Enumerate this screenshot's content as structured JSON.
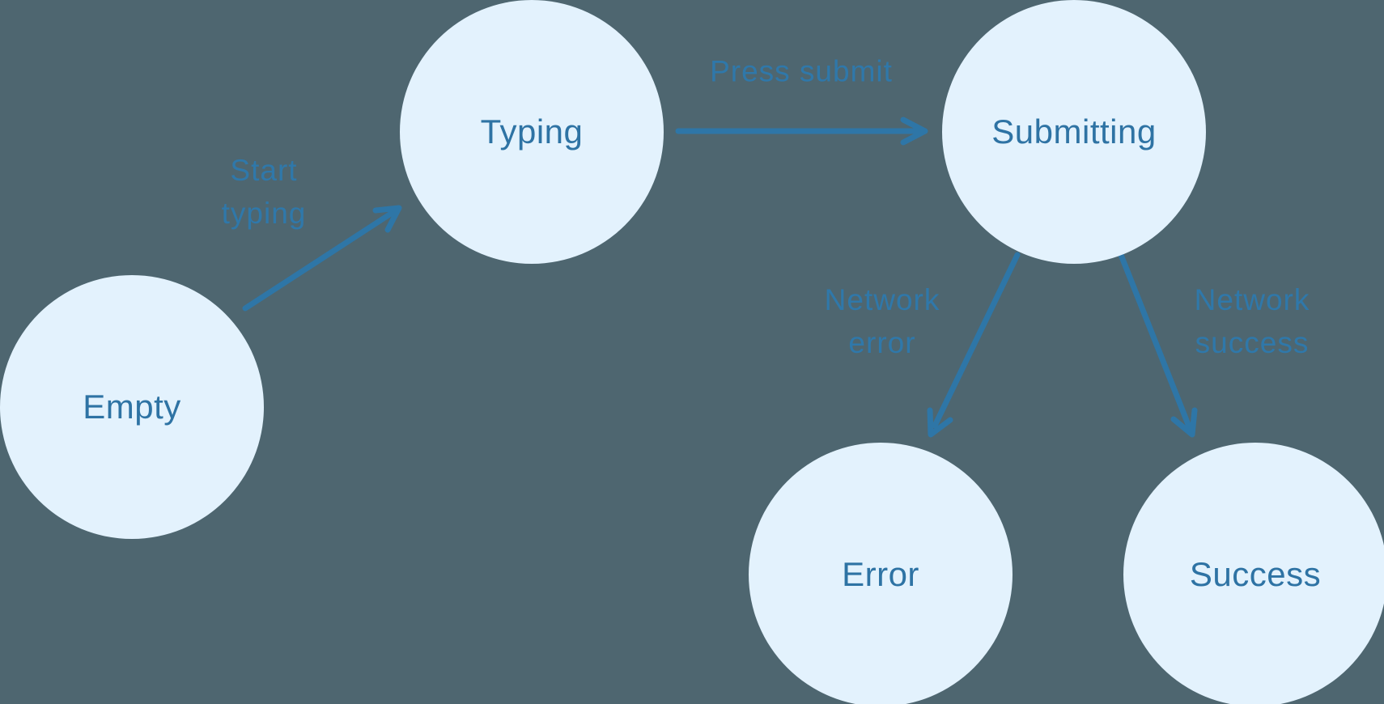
{
  "colors": {
    "background": "#4E6670",
    "node_fill": "#E3F2FD",
    "node_text": "#2E73A4",
    "edge_label_text": "#2F78AA",
    "arrow": "#2E76A7"
  },
  "diagram": {
    "type": "state-machine",
    "nodes": [
      {
        "id": "empty",
        "label": "Empty"
      },
      {
        "id": "typing",
        "label": "Typing"
      },
      {
        "id": "submitting",
        "label": "Submitting"
      },
      {
        "id": "error",
        "label": "Error"
      },
      {
        "id": "success",
        "label": "Success"
      }
    ],
    "edges": [
      {
        "from": "empty",
        "to": "typing",
        "label": "Start typing",
        "lines": [
          "Start",
          "typing"
        ]
      },
      {
        "from": "typing",
        "to": "submitting",
        "label": "Press submit",
        "lines": [
          "Press submit"
        ]
      },
      {
        "from": "submitting",
        "to": "error",
        "label": "Network error",
        "lines": [
          "Network",
          "error"
        ]
      },
      {
        "from": "submitting",
        "to": "success",
        "label": "Network success",
        "lines": [
          "Network",
          "success"
        ]
      }
    ]
  }
}
